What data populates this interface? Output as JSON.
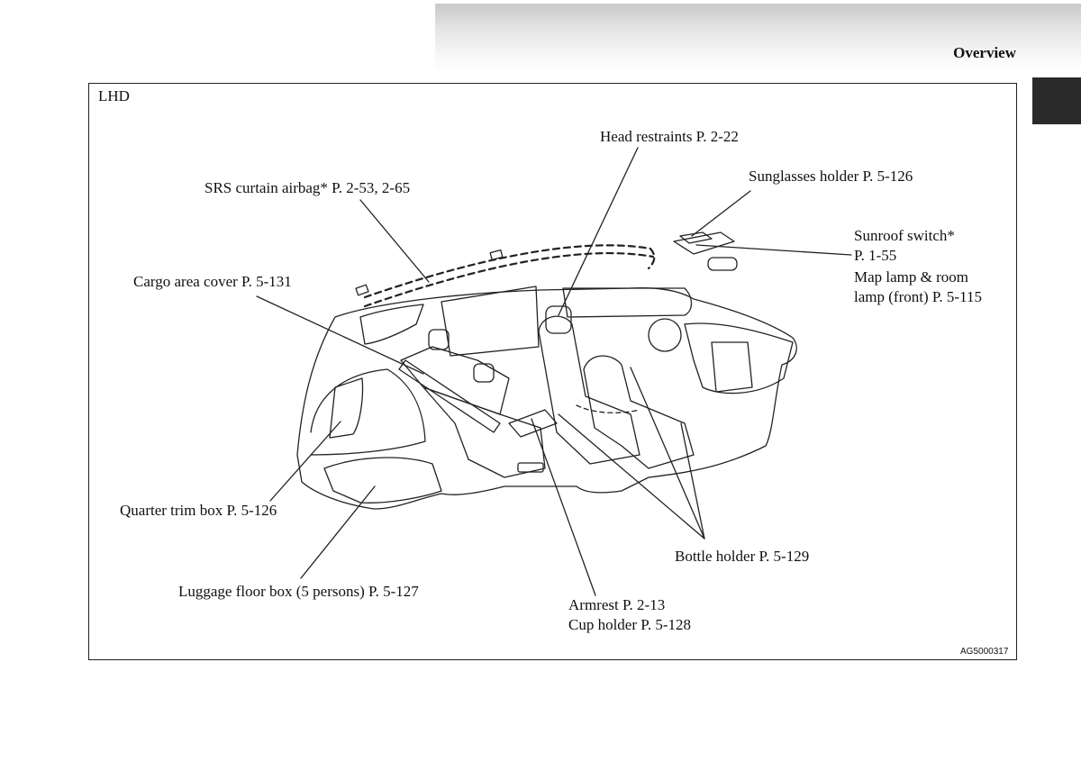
{
  "header": {
    "section_title": "Overview"
  },
  "figure": {
    "variant_label": "LHD",
    "figure_code": "AG5000317",
    "callouts": {
      "head_restraints": "Head restraints P. 2-22",
      "srs_curtain_airbag": "SRS curtain airbag* P. 2-53, 2-65",
      "sunglasses_holder": "Sunglasses holder P. 5-126",
      "sunroof_switch_line1": "Sunroof switch*",
      "sunroof_switch_line2": "P. 1-55",
      "map_lamp_line1": "Map lamp & room",
      "map_lamp_line2": "lamp (front) P. 5-115",
      "cargo_area_cover": "Cargo area cover P. 5-131",
      "quarter_trim_box": "Quarter trim box P. 5-126",
      "bottle_holder": "Bottle holder P. 5-129",
      "luggage_floor_box": "Luggage floor box (5 persons) P. 5-127",
      "armrest": "Armrest P. 2-13",
      "cup_holder": "Cup holder P. 5-128"
    }
  }
}
